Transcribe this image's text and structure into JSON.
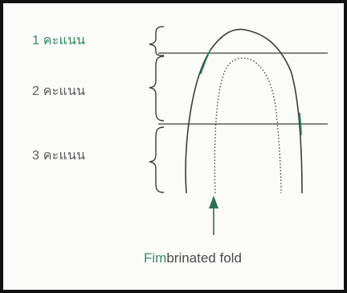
{
  "labels": {
    "score_1": "1 คะแนน",
    "score_2": "2 คะแนน",
    "score_3": "3 คะแนน"
  },
  "caption": {
    "head": "Fim",
    "tail": "brinated fold"
  },
  "colors": {
    "line": "#3c3c3c",
    "accent_green": "#2f8a5d",
    "arrow": "#2e6f52",
    "border": "#111111"
  }
}
